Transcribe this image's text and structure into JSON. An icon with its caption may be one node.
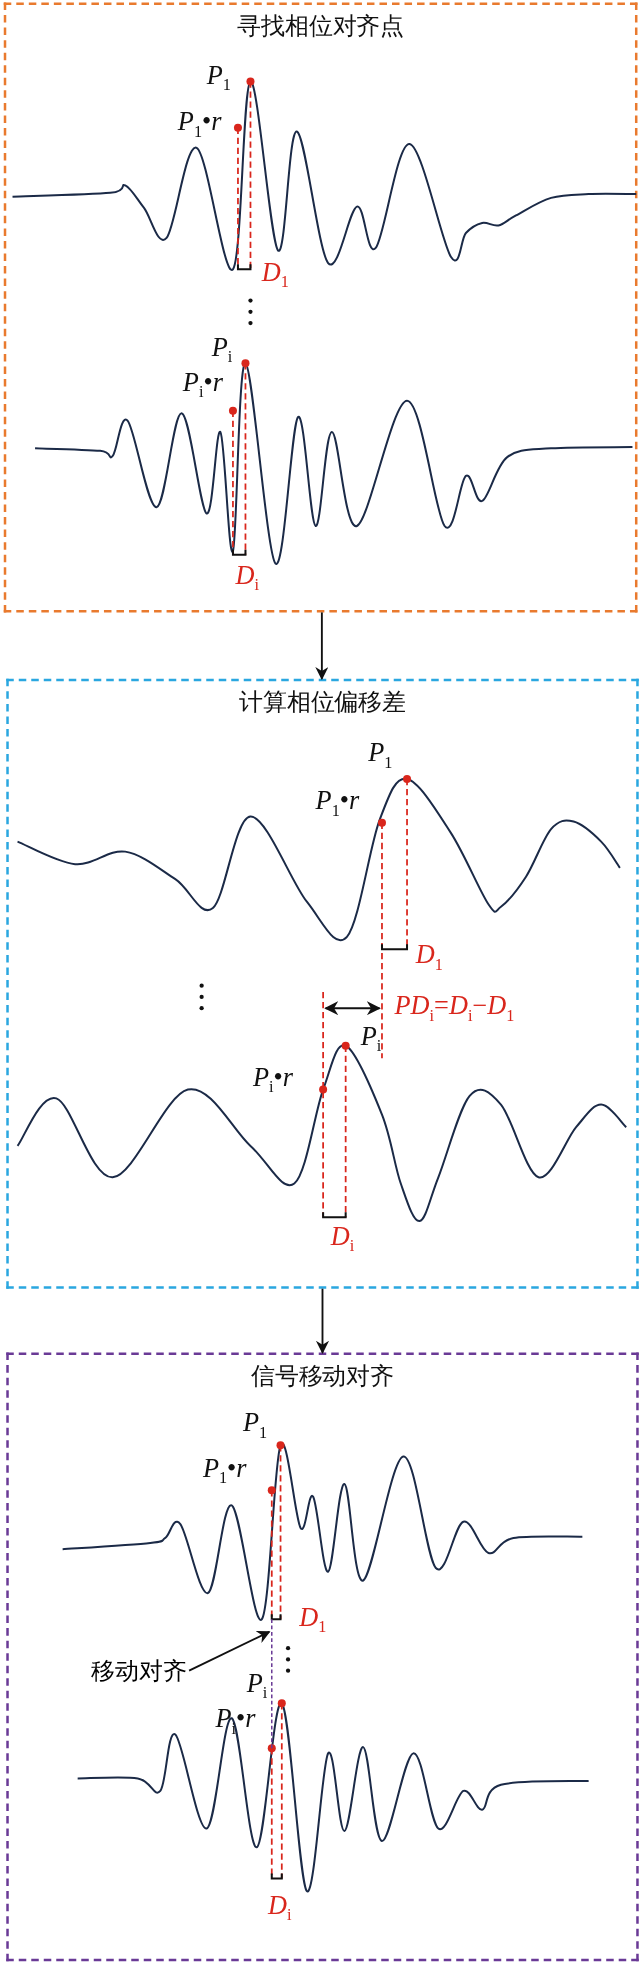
{
  "diagram": {
    "nodes": [
      {
        "text": [
          "寻找相位对齐点"
        ]
      },
      {
        "text": [
          "计算相位偏移差"
        ]
      },
      {
        "text": [
          "信号移动对齐"
        ]
      },
      {
        "text": [
          "移动对齐"
        ],
        "in": 2
      },
      {
        "text": [],
        "shape": "line",
        "in": 2
      }
    ],
    "edges": [
      {
        "from": 0,
        "to": 1,
        "arrow": "to"
      },
      {
        "from": 1,
        "to": 2,
        "arrow": "to"
      },
      {
        "from": 3,
        "to": 4,
        "arrow": "to"
      }
    ],
    "labels": [
      "*P*$_{1}$",
      "*P*$_{1}$•*r*",
      "*D*$_{1}$",
      "*P*$_{i}$",
      "*P*$_{i}$•*r*",
      "*D*$_{i}$",
      "*P*$_{1}$",
      "*P*$_{1}$•*r*",
      "*D*$_{1}$",
      "*PD*$_{i}$=*D*$_{i}$−*D*$_{1}$",
      "*P*$_{i}$",
      "*P*$_{i}$•*r*",
      "*D*$_{i}$",
      "*P*$_{1}$",
      "*P*$_{1}$•*r*",
      "*D*$_{1}$",
      "*P*$_{i}$",
      "*P*$_{i}$•*r*",
      "*D*$_{i}$"
    ]
  }
}
